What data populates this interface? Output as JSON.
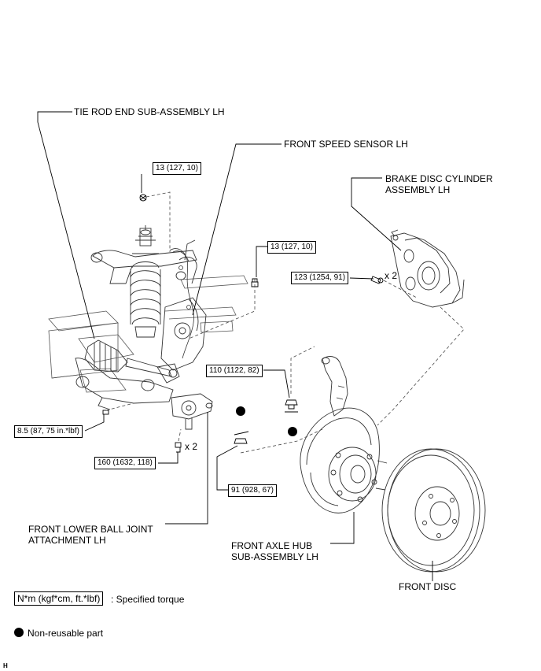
{
  "labels": {
    "tie_rod": "TIE ROD END SUB-ASSEMBLY LH",
    "speed_sensor": "FRONT SPEED SENSOR LH",
    "brake_cylinder": "BRAKE DISC CYLINDER\nASSEMBLY LH",
    "lower_ball_joint": "FRONT LOWER BALL JOINT\nATTACHMENT LH",
    "axle_hub": "FRONT AXLE HUB\nSUB-ASSEMBLY LH",
    "front_disc": "FRONT DISC"
  },
  "torques": {
    "t1": "13 (127, 10)",
    "t2": "13 (127, 10)",
    "t3": "123 (1254, 91)",
    "t4": "110 (1122, 82)",
    "t5": "8.5 (87, 75 in.*lbf)",
    "t6": "160 (1632, 118)",
    "t7": "91 (928, 67)"
  },
  "counts": {
    "c1": "x 2",
    "c2": "x 2"
  },
  "legend": {
    "torque_unit": "N*m (kgf*cm, ft.*lbf)",
    "torque_desc": ": Specified torque",
    "nonreusable": "Non-reusable part"
  },
  "corner_mark": "H"
}
